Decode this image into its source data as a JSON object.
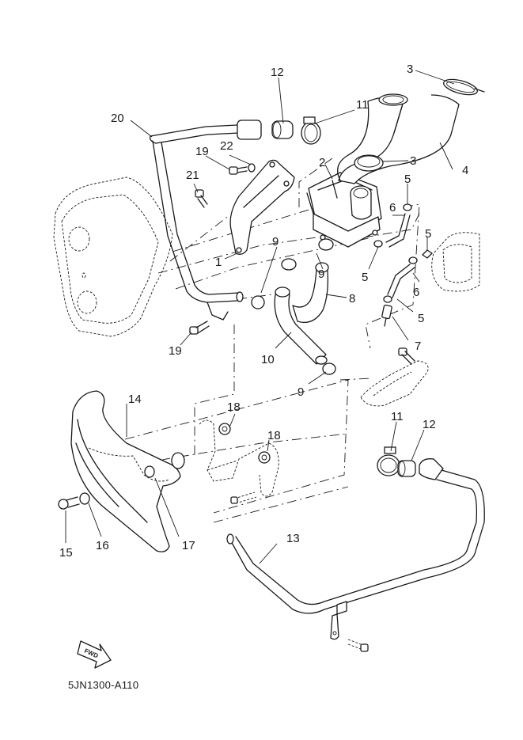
{
  "diagram": {
    "drawing_code": "5JN1300-A110",
    "direction_marker": "FWD",
    "callouts": [
      {
        "id": "c1",
        "label": "1"
      },
      {
        "id": "c2",
        "label": "2"
      },
      {
        "id": "c3a",
        "label": "3"
      },
      {
        "id": "c3b",
        "label": "3"
      },
      {
        "id": "c4",
        "label": "4"
      },
      {
        "id": "c5a",
        "label": "5"
      },
      {
        "id": "c5b",
        "label": "5"
      },
      {
        "id": "c5c",
        "label": "5"
      },
      {
        "id": "c5d",
        "label": "5"
      },
      {
        "id": "c6a",
        "label": "6"
      },
      {
        "id": "c6b",
        "label": "6"
      },
      {
        "id": "c7",
        "label": "7"
      },
      {
        "id": "c8",
        "label": "8"
      },
      {
        "id": "c9a",
        "label": "9"
      },
      {
        "id": "c9b",
        "label": "9"
      },
      {
        "id": "c9c",
        "label": "9"
      },
      {
        "id": "c10",
        "label": "10"
      },
      {
        "id": "c11a",
        "label": "11"
      },
      {
        "id": "c11b",
        "label": "11"
      },
      {
        "id": "c12a",
        "label": "12"
      },
      {
        "id": "c12b",
        "label": "12"
      },
      {
        "id": "c13",
        "label": "13"
      },
      {
        "id": "c14",
        "label": "14"
      },
      {
        "id": "c15",
        "label": "15"
      },
      {
        "id": "c16",
        "label": "16"
      },
      {
        "id": "c17",
        "label": "17"
      },
      {
        "id": "c18a",
        "label": "18"
      },
      {
        "id": "c18b",
        "label": "18"
      },
      {
        "id": "c19a",
        "label": "19"
      },
      {
        "id": "c19b",
        "label": "19"
      },
      {
        "id": "c20",
        "label": "20"
      },
      {
        "id": "c21",
        "label": "21"
      },
      {
        "id": "c22",
        "label": "22"
      }
    ]
  }
}
